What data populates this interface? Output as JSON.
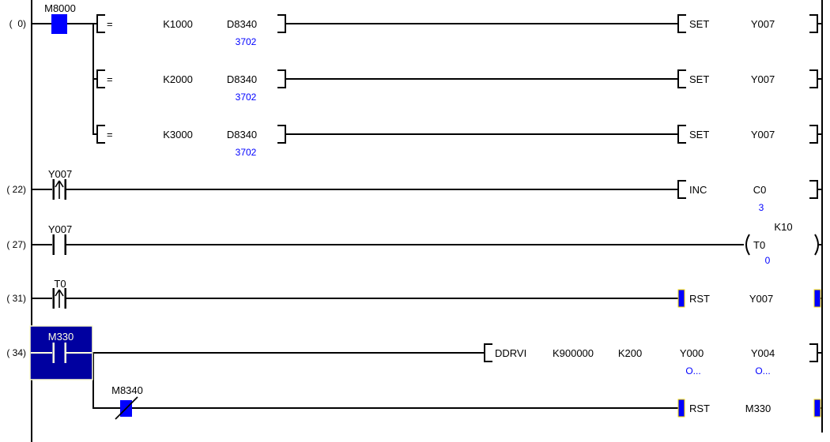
{
  "colors": {
    "energized_fill": "#0000ff",
    "monitor_text": "#0000ff",
    "selection_fill": "#0000a0",
    "selection_border": "#ffffd0",
    "highlight_border": "#ffe000"
  },
  "rungs": {
    "r0": {
      "number": "(  0)",
      "contact": "M8000",
      "branches": [
        {
          "op": "=",
          "arg1": "K1000",
          "arg2": "D8340",
          "monitor": "3702",
          "out_op": "SET",
          "out_arg": "Y007"
        },
        {
          "op": "=",
          "arg1": "K2000",
          "arg2": "D8340",
          "monitor": "3702",
          "out_op": "SET",
          "out_arg": "Y007"
        },
        {
          "op": "=",
          "arg1": "K3000",
          "arg2": "D8340",
          "monitor": "3702",
          "out_op": "SET",
          "out_arg": "Y007"
        }
      ]
    },
    "r22": {
      "number": "( 22)",
      "contact": "Y007",
      "op": "INC",
      "arg": "C0",
      "monitor": "3"
    },
    "r27": {
      "number": "( 27)",
      "contact": "Y007",
      "coil": "T0",
      "preset": "K10",
      "monitor": "0"
    },
    "r31": {
      "number": "( 31)",
      "contact": "T0",
      "op": "RST",
      "arg": "Y007"
    },
    "r34": {
      "number": "( 34)",
      "contact": "M330",
      "op": "DDRVI",
      "args": [
        "K900000",
        "K200",
        "Y000",
        "Y004"
      ],
      "monitors": [
        "O...",
        "O..."
      ],
      "branch": {
        "contact": "M8340",
        "op": "RST",
        "arg": "M330"
      }
    }
  }
}
